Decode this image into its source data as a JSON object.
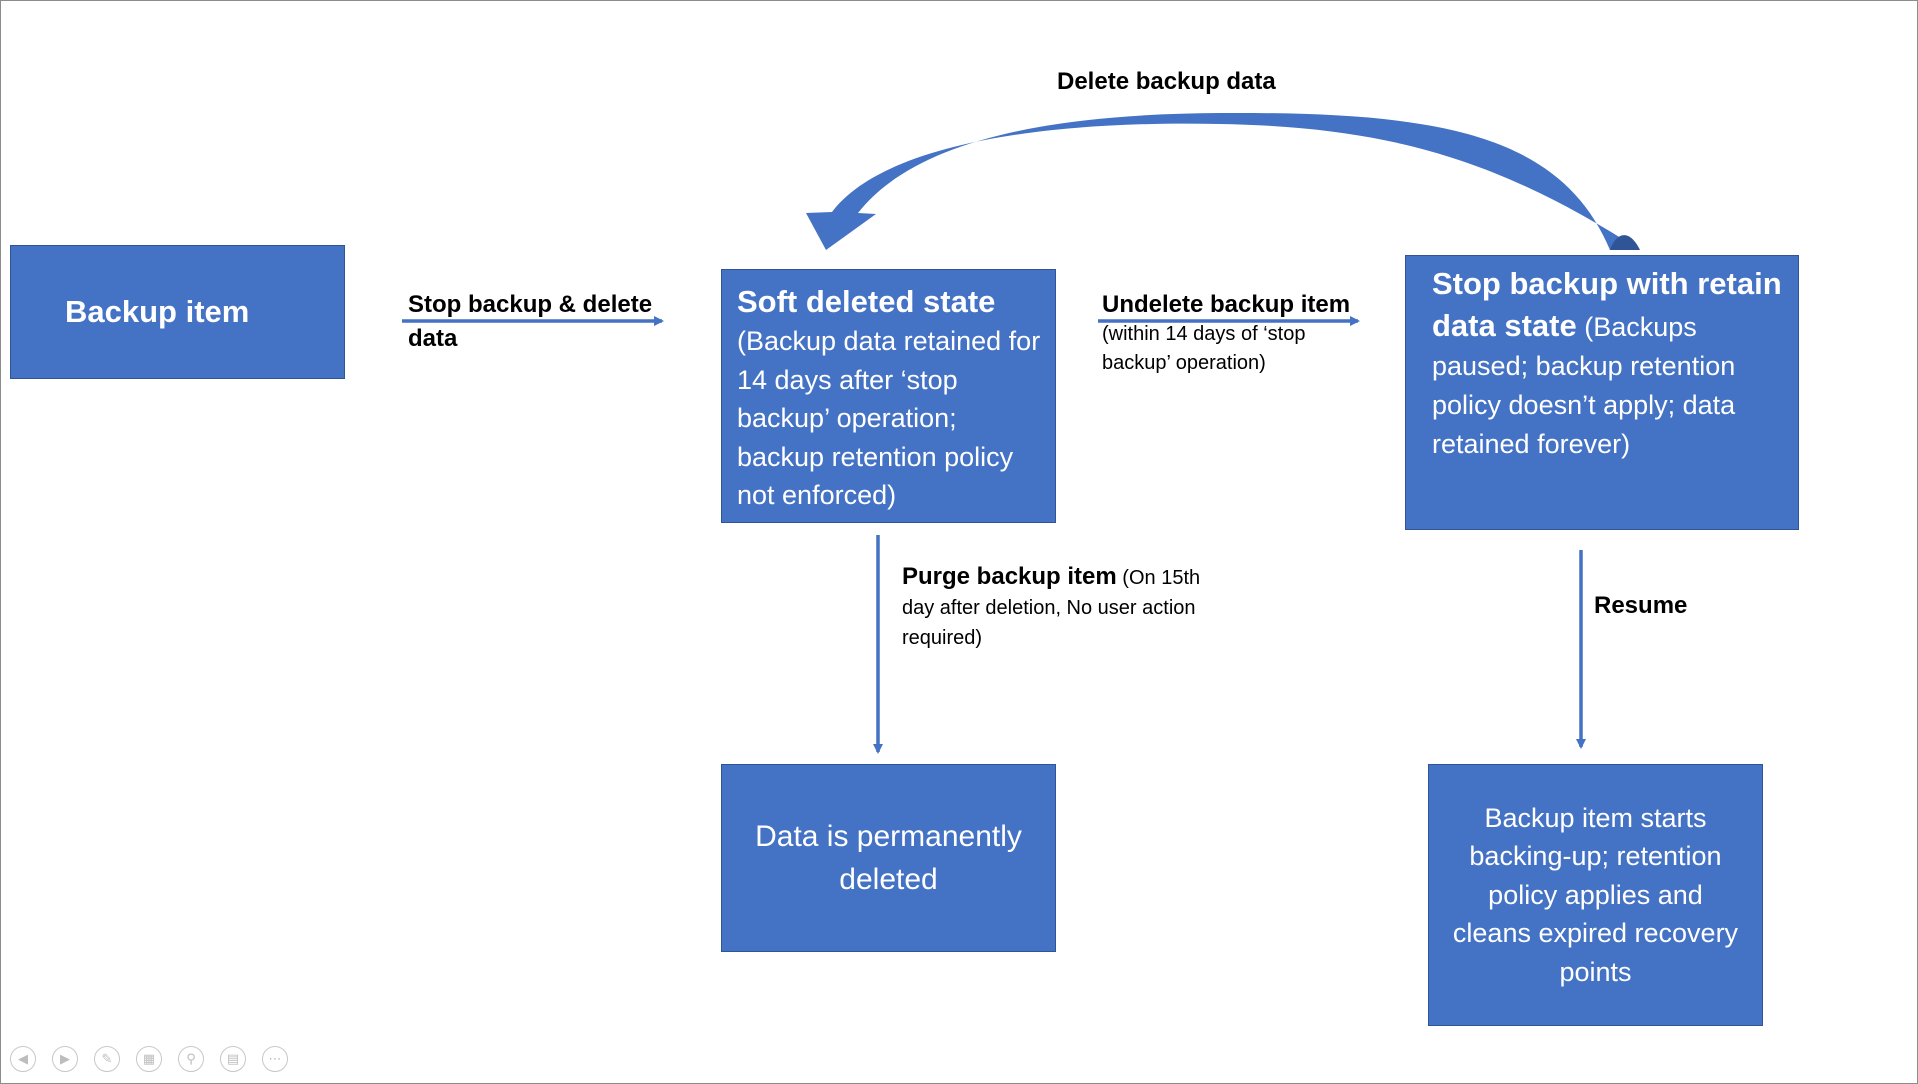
{
  "diagram": {
    "nodes": {
      "backup_item": {
        "text": "Backup item"
      },
      "soft_deleted": {
        "title": "Soft deleted state",
        "detail": "(Backup data retained for 14 days after ‘stop backup’ operation; backup retention policy not enforced)"
      },
      "stop_retain": {
        "title": "Stop backup with retain data state",
        "detail": "(Backups paused; backup retention policy doesn’t apply; data retained forever)"
      },
      "permanently_deleted": {
        "text": "Data is permanently deleted"
      },
      "resumed": {
        "text": "Backup item starts backing-up; retention policy applies and cleans expired recovery points"
      }
    },
    "edges": {
      "stop_delete": {
        "label": "Stop backup & delete data"
      },
      "undelete": {
        "label": "Undelete backup item",
        "detail": "(within 14 days of ‘stop backup’ operation)"
      },
      "delete_backup": {
        "label": "Delete backup data"
      },
      "purge": {
        "label": "Purge backup item",
        "detail": "(On 15th day after deletion, No user action required)"
      },
      "resume": {
        "label": "Resume"
      }
    },
    "colors": {
      "box_fill": "#4472c4",
      "box_border": "#2f5597",
      "arrow": "#4472c4",
      "curved_arrow_shadow": "#2f5597"
    }
  },
  "toolbar": {
    "icons": [
      "previous-slide-icon",
      "next-slide-icon",
      "pen-icon",
      "slides-grid-icon",
      "zoom-icon",
      "subtitles-icon",
      "more-options-icon"
    ]
  }
}
